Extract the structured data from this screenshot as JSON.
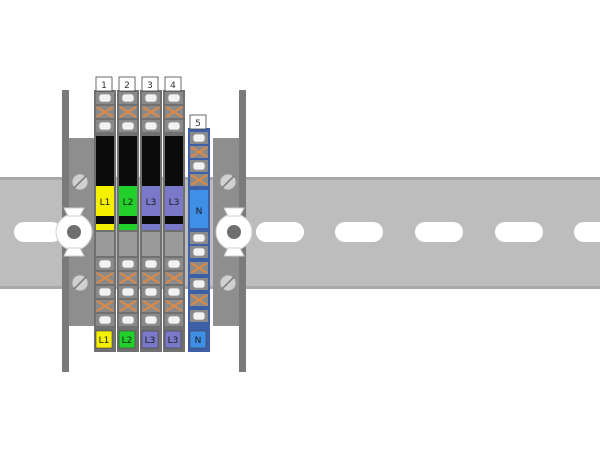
{
  "colors": {
    "rail": "#bdbdbd",
    "rail_edge": "#a8a8a8",
    "slot": "#ffffff",
    "block_grey": "#8e8e8e",
    "block_dark": "#707070",
    "end_plate": "#7a7a7a",
    "screw": "#d0d0d0",
    "wire_window": "#f2f2f2",
    "spring": "#d98a4a",
    "black_band": "#0b0b0b",
    "neutral_body": "#3d5fa8"
  },
  "terminals": [
    {
      "number": "1",
      "phase": "L1",
      "color": "#f4f000"
    },
    {
      "number": "2",
      "phase": "L2",
      "color": "#22d02a"
    },
    {
      "number": "3",
      "phase": "L3",
      "color": "#7a78c8"
    },
    {
      "number": "4",
      "phase": "L3",
      "color": "#7a78c8"
    }
  ],
  "neutral": {
    "number": "5",
    "phase": "N",
    "color": "#3f8fe6"
  },
  "icons": {
    "screw": "slotted-screw-icon",
    "clamp": "end-clamp-icon"
  }
}
